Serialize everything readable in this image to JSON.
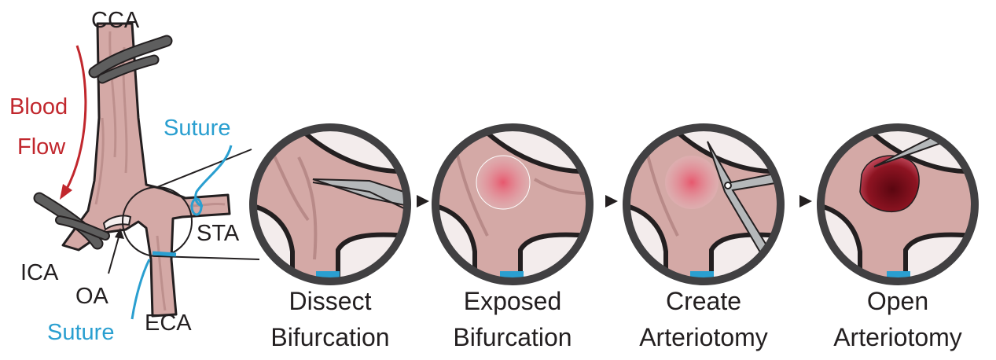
{
  "labels": {
    "cca": "CCA",
    "blood_flow_line1": "Blood",
    "blood_flow_line2": "Flow",
    "suture_top": "Suture",
    "suture_bottom": "Suture",
    "sta": "STA",
    "ica": "ICA",
    "oa": "OA",
    "eca": "ECA"
  },
  "steps": [
    {
      "line1": "Dissect",
      "line2": "Bifurcation"
    },
    {
      "line1": "Exposed",
      "line2": "Bifurcation"
    },
    {
      "line1": "Create",
      "line2": "Arteriotomy"
    },
    {
      "line1": "Open",
      "line2": "Arteriotomy"
    }
  ],
  "colors": {
    "vessel": "#d4a9a6",
    "vessel_dark": "#b88a88",
    "outline": "#231f20",
    "clamp": "#5e5e5e",
    "suture": "#2a9fd0",
    "blood_flow": "#c1272d",
    "lesion": "#e8707a",
    "open_lumen": "#8b0e1a",
    "instrument": "#b5b8ba"
  }
}
